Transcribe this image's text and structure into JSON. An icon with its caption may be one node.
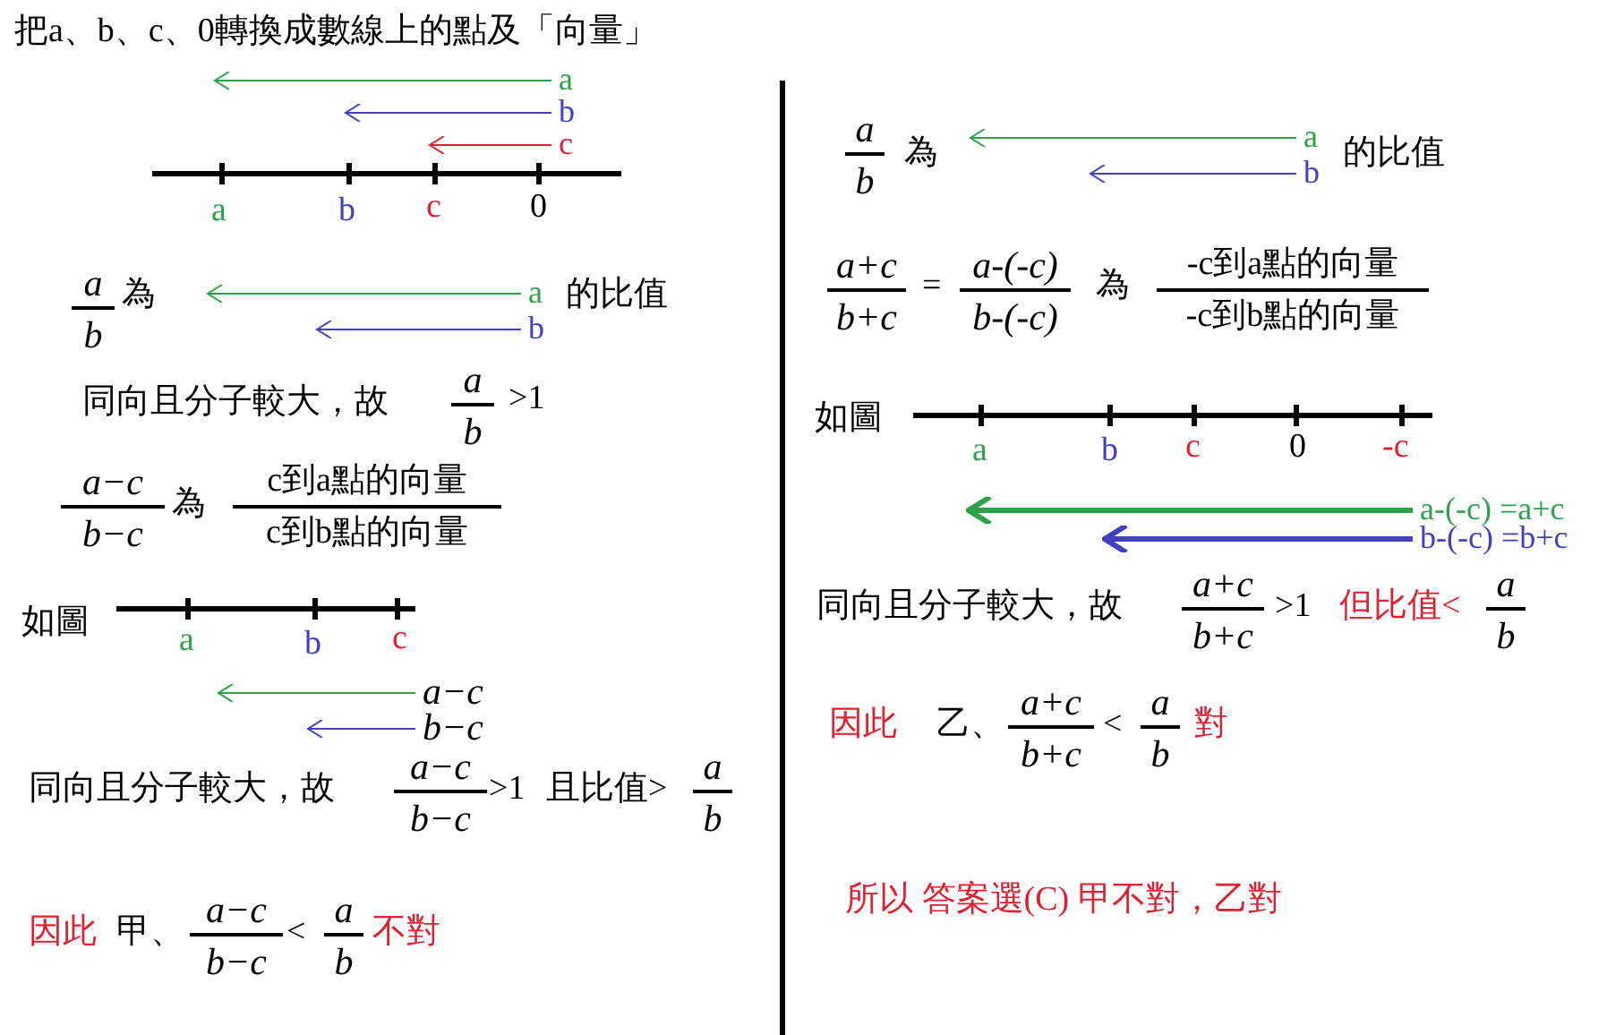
{
  "diagram": {
    "title": "把a、b、c、0轉換成數線上的點及「向量」",
    "nodes": [
      {
        "text": [
          "a"
        ]
      },
      {
        "text": [
          "b"
        ]
      },
      {
        "text": [
          "c"
        ]
      },
      {
        "text": [
          "a"
        ]
      },
      {
        "text": [
          "b"
        ]
      },
      {
        "text": [
          "a−c"
        ]
      },
      {
        "text": [
          "b−c"
        ]
      },
      {
        "text": [
          "a"
        ]
      },
      {
        "text": [
          "b"
        ]
      },
      {
        "text": [
          "a-(-c) =a+c"
        ]
      },
      {
        "text": [
          "b-(-c) =b+c"
        ]
      }
    ],
    "edges": [
      {
        "from": 0,
        "to": null,
        "arrow": "to",
        "color": "#2ca24a"
      },
      {
        "from": 1,
        "to": null,
        "arrow": "to",
        "color": "#4040c0"
      },
      {
        "from": 2,
        "to": null,
        "arrow": "to",
        "color": "#e02030"
      },
      {
        "from": 3,
        "to": null,
        "arrow": "to",
        "color": "#2ca24a"
      },
      {
        "from": 4,
        "to": null,
        "arrow": "to",
        "color": "#4040c0"
      },
      {
        "from": 5,
        "to": null,
        "arrow": "to",
        "color": "#2ca24a"
      },
      {
        "from": 6,
        "to": null,
        "arrow": "to",
        "color": "#4040c0"
      },
      {
        "from": 7,
        "to": null,
        "arrow": "to",
        "color": "#2ca24a"
      },
      {
        "from": 8,
        "to": null,
        "arrow": "to",
        "color": "#4040c0"
      },
      {
        "from": 9,
        "to": null,
        "arrow": "to",
        "style": "thick",
        "color": "#2ca24a"
      },
      {
        "from": 10,
        "to": null,
        "arrow": "to",
        "style": "thick",
        "color": "#4040c0"
      }
    ],
    "labels": [
      "a",
      "b",
      "c",
      "0",
      "a",
      "b",
      "為",
      "的比值",
      "同向且分子較大，故",
      "a",
      "b",
      ">1",
      "a−c",
      "b−c",
      "為",
      "c到a點的向量",
      "c到b點的向量",
      "如圖",
      "a",
      "b",
      "c",
      "同向且分子較大，故",
      "a−c",
      "b−c",
      ">1",
      "且比值>",
      "a",
      "b",
      "因此",
      "甲、",
      "a−c",
      "b−c",
      "<",
      "a",
      "b",
      "不對",
      "a",
      "b",
      "為",
      "的比值",
      "a+c",
      "b+c",
      "=",
      "a-(-c)",
      "b-(-c)",
      "為",
      "-c到a點的向量",
      "-c到b點的向量",
      "如圖",
      "a",
      "b",
      "c",
      "0",
      "-c",
      "同向且分子較大，故",
      "a+c",
      "b+c",
      ">1",
      "但比值<",
      "a",
      "b",
      "因此",
      "乙、",
      "a+c",
      "b+c",
      "<",
      "a",
      "b",
      "對",
      "所以 答案選(C) 甲不對，乙對"
    ]
  }
}
